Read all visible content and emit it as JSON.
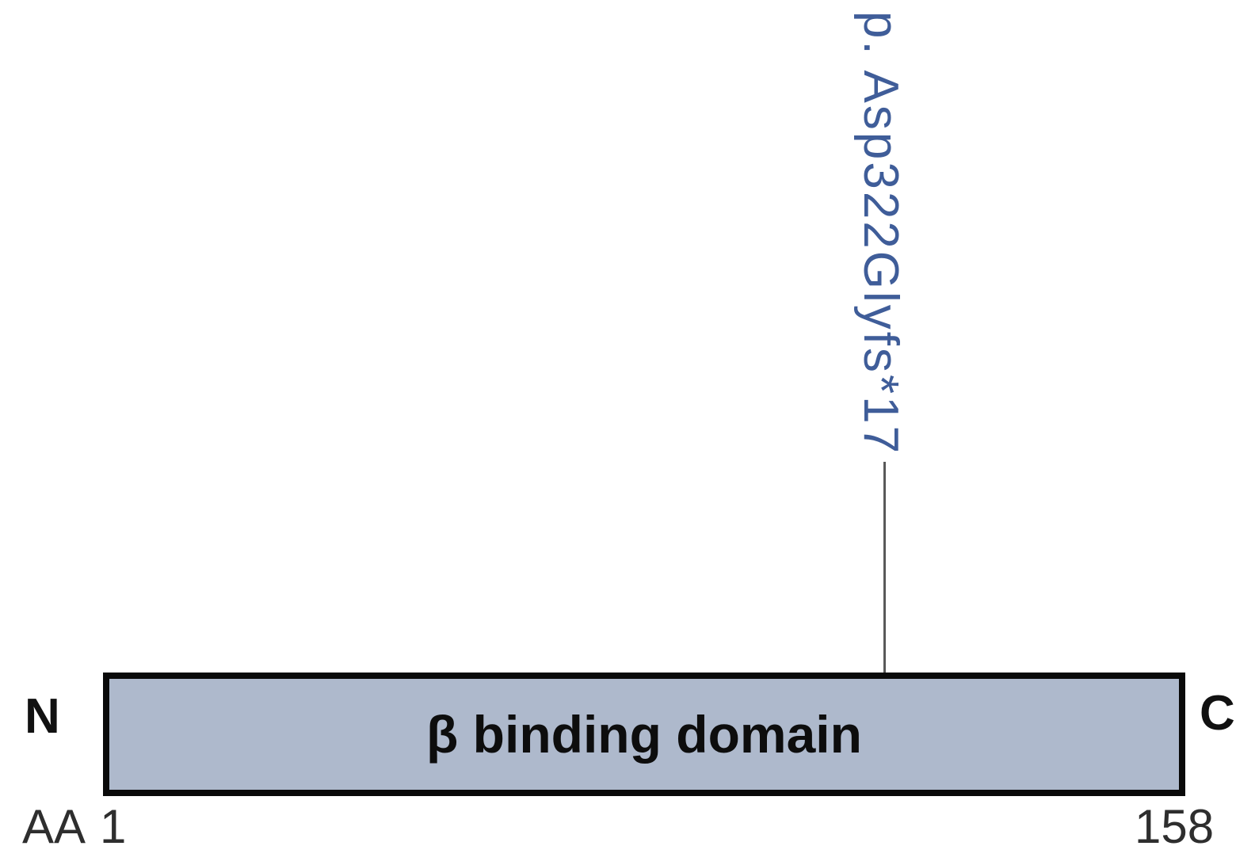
{
  "figure": {
    "mutation": {
      "label": "p. Asp322Glyfs*17"
    },
    "protein": {
      "domain_label": "β binding domain",
      "n_terminus": "N",
      "c_terminus": "C",
      "aa_prefix": "AA",
      "aa_start": "1",
      "aa_end": "158"
    },
    "colors": {
      "domain_fill": "#aeb9cc",
      "domain_border": "#0a0a0a",
      "mutation_text": "#3f5d99",
      "connector": "#595959",
      "terminus_text": "#111111",
      "axis_text": "#2e2e2e"
    }
  }
}
